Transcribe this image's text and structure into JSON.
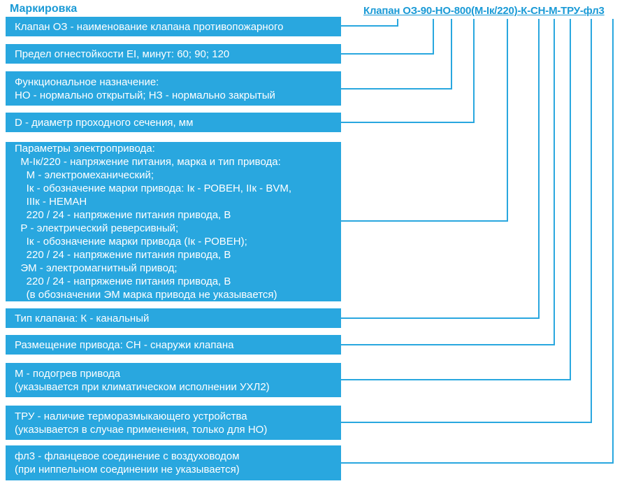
{
  "title": "Маркировка",
  "formula": "Клапан ОЗ-90-НО-800(М-Iк/220)-К-СН-М-ТРУ-фл3",
  "colors": {
    "accent": "#29a7df",
    "blue_text": "#1a9ad6",
    "box_text": "#ffffff",
    "background": "#ffffff"
  },
  "boxes": [
    {
      "id": "valve-name",
      "text": "Клапан ОЗ - наименование клапана противопожарного"
    },
    {
      "id": "fire-resistance",
      "text": "Предел огнестойкости EI, минут: 60; 90; 120"
    },
    {
      "id": "functional-purpose",
      "text": "Функциональное назначение:\nНО - нормально открытый; НЗ - нормально закрытый"
    },
    {
      "id": "diameter",
      "text": "D - диаметр проходного сечения, мм"
    },
    {
      "id": "actuator-parameters",
      "text": "Параметры электропривода:\n  М-Iк/220 - напряжение питания, марка и тип привода:\n    М - электромеханический;\n    Iк - обозначение марки привода: Iк - РОВЕН, IIк - BVM,\n    IIIк - НЕМАН\n    220 / 24 - напряжение питания привода, В\n  Р - электрический реверсивный;\n    Iк - обозначение марки привода (Iк - РОВЕН);\n    220 / 24 - напряжение питания привода, В\n  ЭМ - электромагнитный привод;\n    220 / 24 - напряжение питания привода, В\n    (в обозначении ЭМ марка привода не указывается)"
    },
    {
      "id": "valve-type",
      "text": "Тип клапана: К - канальный"
    },
    {
      "id": "actuator-placement",
      "text": "Размещение привода: СН - снаружи клапана"
    },
    {
      "id": "actuator-heating",
      "text": "М - подогрев привода\n(указывается при климатическом исполнении УХЛ2)"
    },
    {
      "id": "thermal-release",
      "text": "ТРУ - наличие терморазмыкающего устройства\n(указывается в случае применения, только для НО)"
    },
    {
      "id": "flange-connection",
      "text": "фл3 - фланцевое соединение с воздуховодом\n(при ниппельном соединении не указывается)"
    }
  ]
}
